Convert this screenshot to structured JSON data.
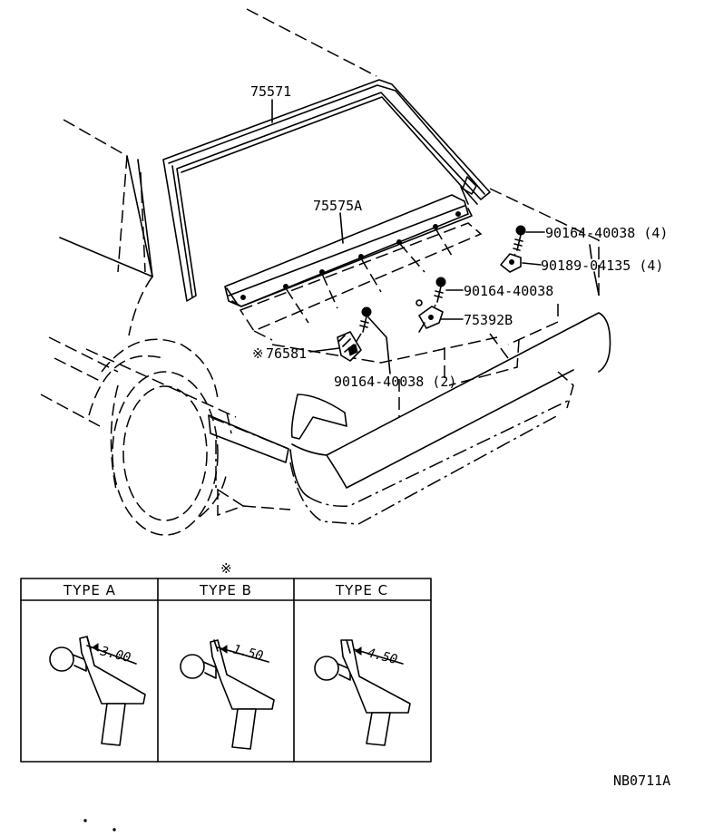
{
  "labels": {
    "molding_upper": "75571",
    "molding_lower": "75575A",
    "screw_4": "90164-40038 (4)",
    "nut_4": "90189-04135 (4)",
    "screw_1": "90164-40038",
    "retainer": "75392B",
    "clip_marked": "76581",
    "clip_mark": "※",
    "screw_2": "90164-40038 (2)"
  },
  "table": {
    "mark": "※",
    "columns": [
      {
        "header": "TYPE  A",
        "dimension": "3.00"
      },
      {
        "header": "TYPE  B",
        "dimension": "1.50"
      },
      {
        "header": "TYPE  C",
        "dimension": "4.50"
      }
    ]
  },
  "figure_code": "NB0711A"
}
